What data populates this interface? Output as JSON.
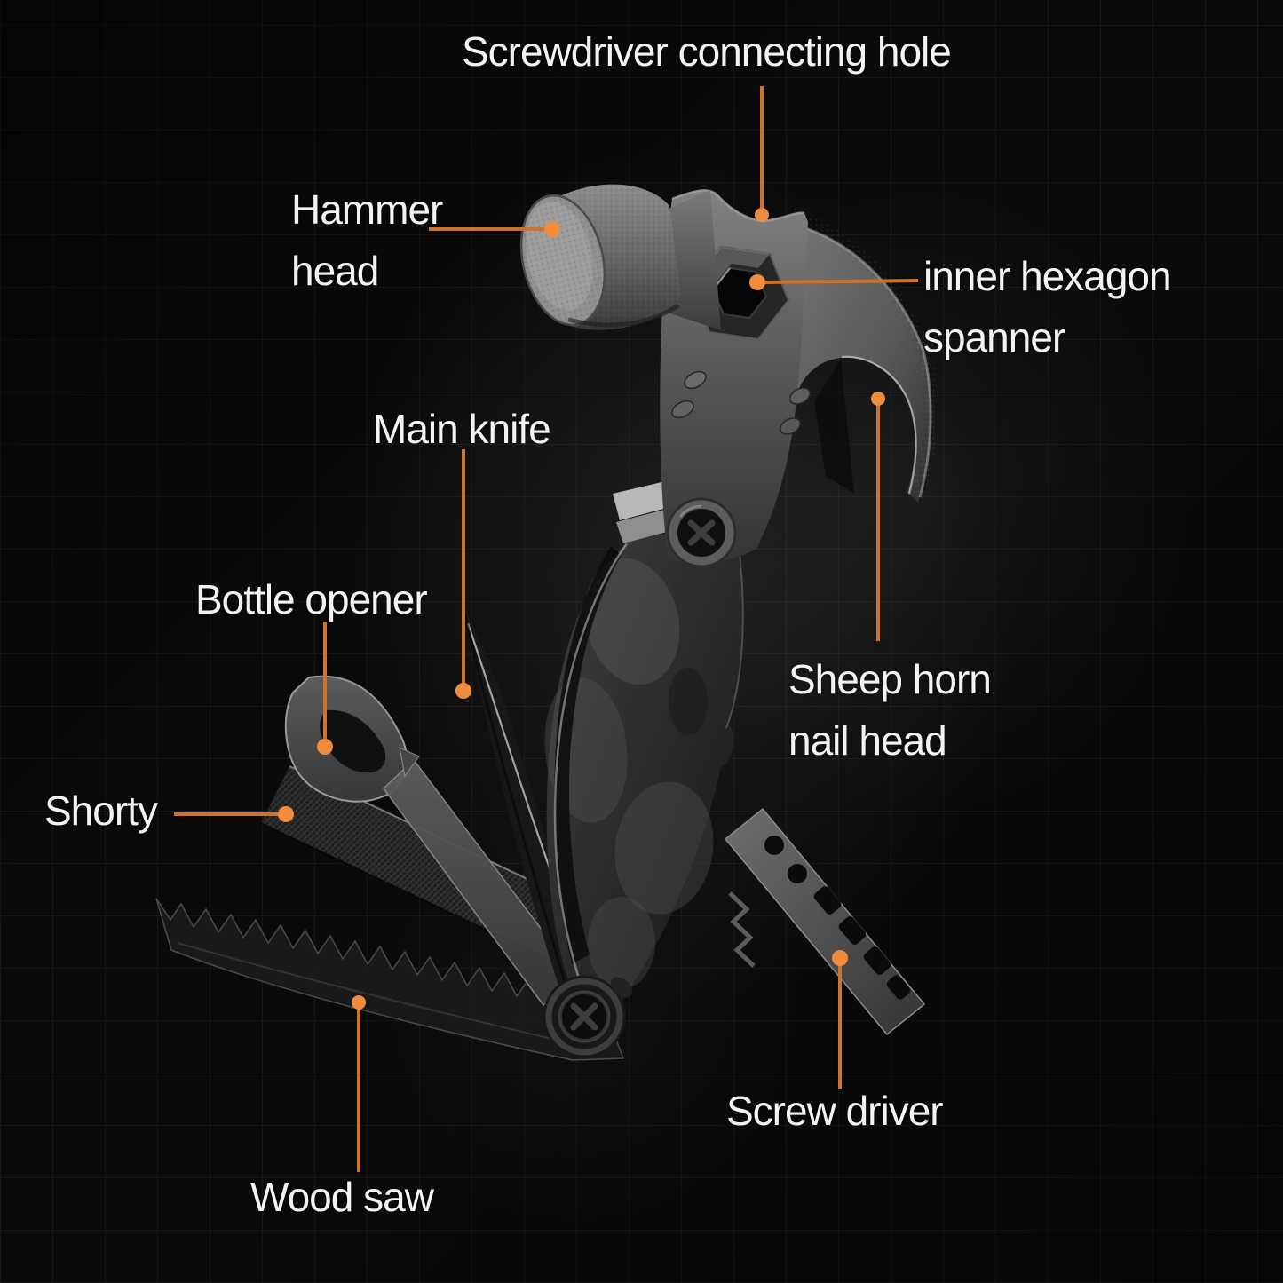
{
  "scene": {
    "description": "Black multitool claw hammer product diagram with orange callout lines",
    "colors": {
      "background": "#0a0a0a",
      "grid_line": "rgba(255,255,255,0.05)",
      "leader_line": "#cf722b",
      "leader_dot": "#ef8c3e",
      "label_text": "#f3f3f3"
    }
  },
  "labels": {
    "screwdriver_hole": {
      "text": "Screwdriver connecting hole"
    },
    "hammer_head": {
      "text": "Hammer\nhead"
    },
    "inner_hexagon": {
      "text": "inner hexagon\nspanner"
    },
    "main_knife": {
      "text": "Main knife"
    },
    "bottle_opener": {
      "text": "Bottle opener"
    },
    "sheep_horn": {
      "text": "Sheep horn\nnail head"
    },
    "shorty": {
      "text": "Shorty"
    },
    "screw_driver": {
      "text": "Screw driver"
    },
    "wood_saw": {
      "text": "Wood saw"
    }
  },
  "parts": [
    "hammer-head",
    "screwdriver-connecting-hole",
    "inner-hexagon-spanner",
    "sheep-horn-nail-head",
    "main-knife",
    "bottle-opener",
    "shorty-file",
    "wood-saw",
    "screw-driver-extension",
    "handle",
    "pivot-screws"
  ]
}
